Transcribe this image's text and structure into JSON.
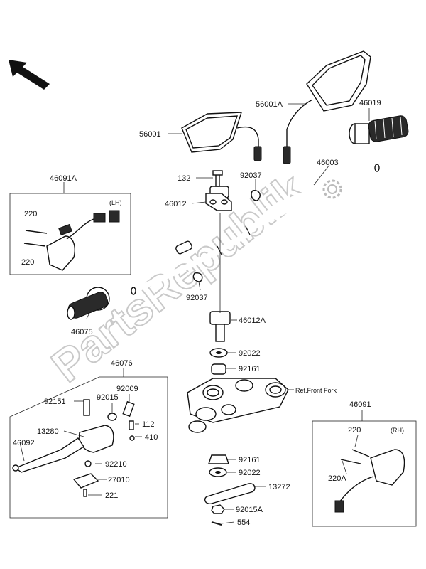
{
  "watermark": "PartsRepublik",
  "colors": {
    "line": "#111111",
    "watermark": "#c9c9c9",
    "background": "#ffffff"
  },
  "icons": [
    "direction-arrow-icon",
    "gear-icon"
  ],
  "labels": {
    "p56001": "56001",
    "p56001a": "56001A",
    "p46019": "46019",
    "p46003": "46003",
    "p132": "132",
    "p92037_top": "92037",
    "p46012": "46012",
    "p46091a": "46091A",
    "lh": "(LH)",
    "p220_top": "220",
    "p220_bottom": "220",
    "p92037_bottom": "92037",
    "p46075": "46075",
    "p46012a": "46012A",
    "p92022_top": "92022",
    "p92161_top": "92161",
    "ref_front_fork": "Ref.Front Fork",
    "p46076": "46076",
    "p92009": "92009",
    "p92151": "92151",
    "p92015": "92015",
    "p13280": "13280",
    "p112": "112",
    "p410": "410",
    "p46092": "46092",
    "p92210": "92210",
    "p27010": "27010",
    "p221": "221",
    "p92161_bottom": "92161",
    "p92022_bottom": "92022",
    "p13272": "13272",
    "p92015a": "92015A",
    "p554": "554",
    "p46091": "46091",
    "rh": "(RH)",
    "p220_rh": "220",
    "p220a": "220A"
  }
}
